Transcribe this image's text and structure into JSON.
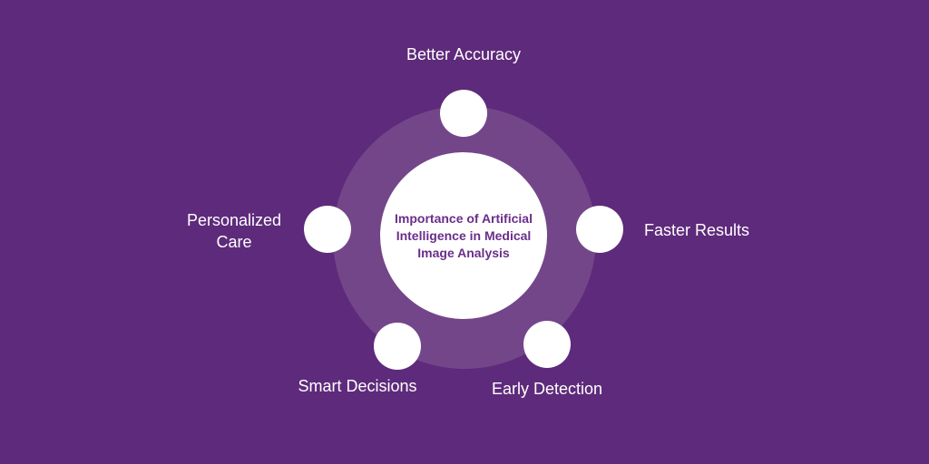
{
  "center": {
    "title": "Importance of Artificial Intelligence in Medical Image Analysis"
  },
  "nodes": [
    {
      "label": "Better Accuracy"
    },
    {
      "label": "Faster Results"
    },
    {
      "label": "Early Detection"
    },
    {
      "label": "Smart Decisions"
    },
    {
      "label": "Personalized Care"
    }
  ],
  "colors": {
    "background": "#5e2a7b",
    "ring": "#734689",
    "hub_text": "#6a2e8a",
    "node": "#ffffff"
  }
}
